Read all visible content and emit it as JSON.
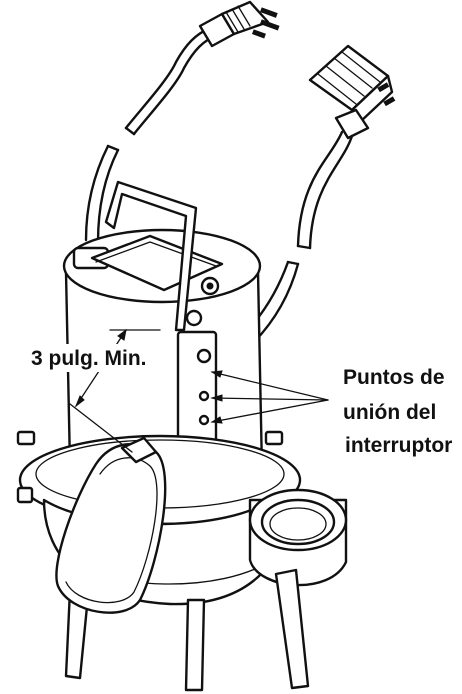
{
  "labels": {
    "clearance": "3 pulg. Min.",
    "attach_line1": "Puntos de",
    "attach_line2": "unión del",
    "attach_line3": "interruptor"
  },
  "icons": [
    "plug-icon",
    "piggyback-plug-icon",
    "pump-icon",
    "float-switch-icon"
  ]
}
